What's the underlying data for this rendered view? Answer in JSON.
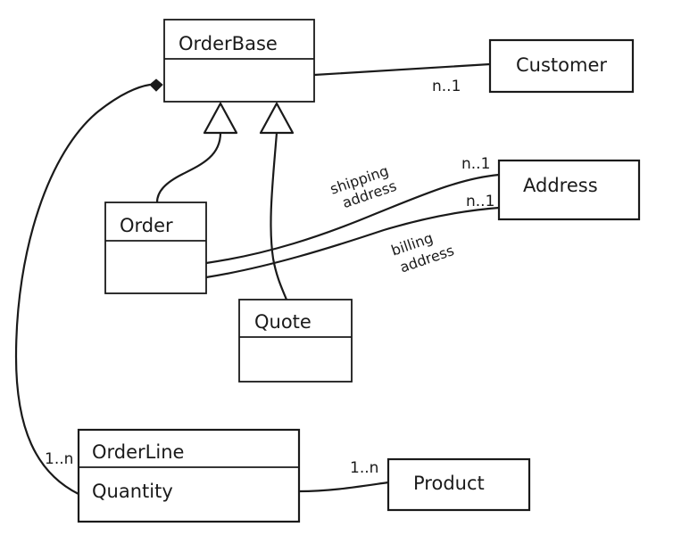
{
  "diagram": {
    "classes": {
      "order_base": {
        "name": "OrderBase"
      },
      "customer": {
        "name": "Customer"
      },
      "order": {
        "name": "Order"
      },
      "address": {
        "name": "Address"
      },
      "quote": {
        "name": "Quote"
      },
      "order_line": {
        "name": "OrderLine",
        "attribute": "Quantity"
      },
      "product": {
        "name": "Product"
      }
    },
    "associations": {
      "orderbase_customer": {
        "multiplicity": "n..1"
      },
      "order_shipping_address": {
        "role_line1": "shipping",
        "role_line2": "address",
        "multiplicity": "n..1"
      },
      "order_billing_address": {
        "role_line1": "billing",
        "role_line2": "address",
        "multiplicity": "n..1"
      },
      "orderline_orderbase": {
        "multiplicity": "1..n",
        "kind": "composition"
      },
      "orderline_product": {
        "multiplicity": "1..n"
      }
    },
    "generalizations": [
      "Order -> OrderBase",
      "Quote -> OrderBase"
    ]
  }
}
